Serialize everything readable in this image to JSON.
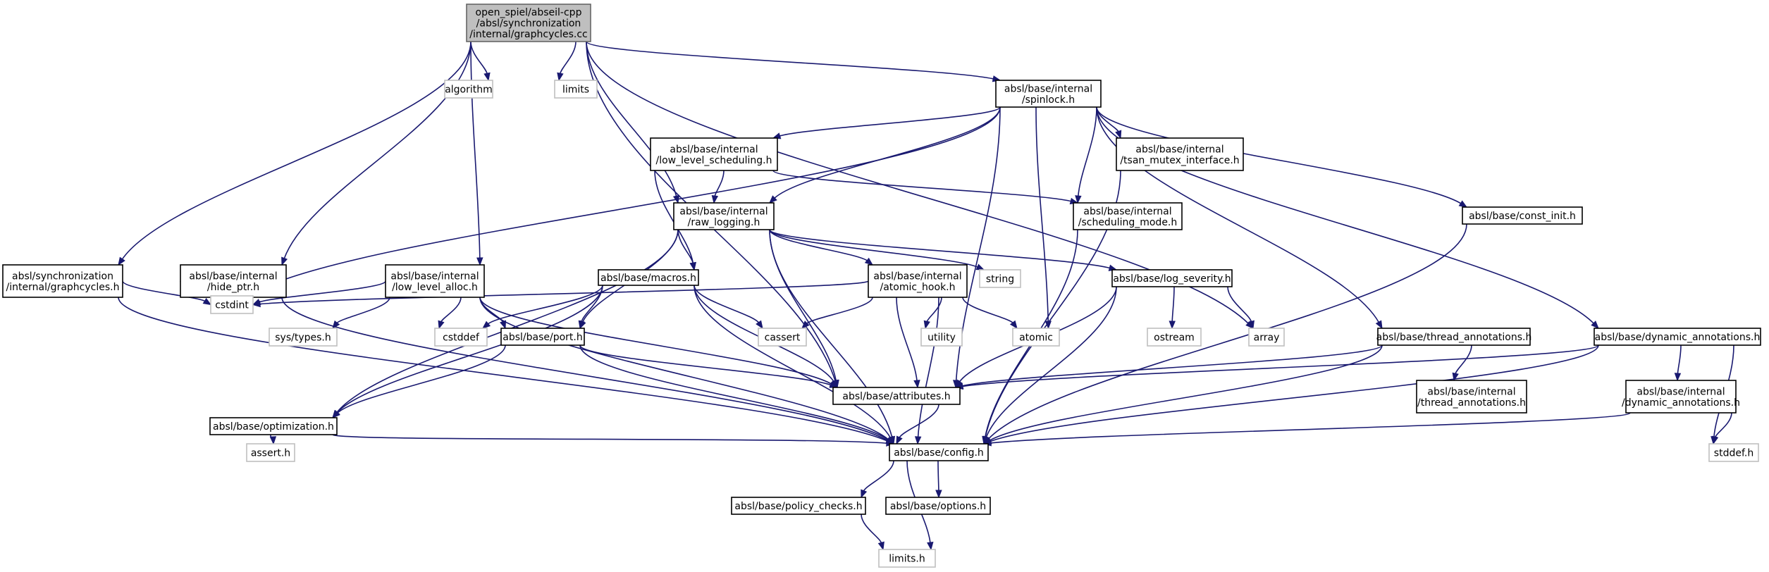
{
  "graph": {
    "nodes": [
      {
        "id": "root",
        "kind": "root",
        "label": [
          "open_spiel/abseil-cpp",
          "/absl/synchronization",
          "/internal/graphcycles.cc"
        ]
      },
      {
        "id": "algorithm",
        "kind": "sys",
        "label": [
          "algorithm"
        ]
      },
      {
        "id": "limits",
        "kind": "sys",
        "label": [
          "limits"
        ]
      },
      {
        "id": "spinlock",
        "kind": "local",
        "label": [
          "absl/base/internal",
          "/spinlock.h"
        ]
      },
      {
        "id": "low_level_scheduling",
        "kind": "local",
        "label": [
          "absl/base/internal",
          "/low_level_scheduling.h"
        ]
      },
      {
        "id": "tsan_mutex_interface",
        "kind": "local",
        "label": [
          "absl/base/internal",
          "/tsan_mutex_interface.h"
        ]
      },
      {
        "id": "raw_logging",
        "kind": "local",
        "label": [
          "absl/base/internal",
          "/raw_logging.h"
        ]
      },
      {
        "id": "scheduling_mode",
        "kind": "local",
        "label": [
          "absl/base/internal",
          "/scheduling_mode.h"
        ]
      },
      {
        "id": "const_init",
        "kind": "local",
        "label": [
          "absl/base/const_init.h"
        ]
      },
      {
        "id": "graphcycles_h",
        "kind": "local",
        "label": [
          "absl/synchronization",
          "/internal/graphcycles.h"
        ]
      },
      {
        "id": "hide_ptr",
        "kind": "local",
        "label": [
          "absl/base/internal",
          "/hide_ptr.h"
        ]
      },
      {
        "id": "low_level_alloc",
        "kind": "local",
        "label": [
          "absl/base/internal",
          "/low_level_alloc.h"
        ]
      },
      {
        "id": "macros",
        "kind": "local",
        "label": [
          "absl/base/macros.h"
        ]
      },
      {
        "id": "atomic_hook",
        "kind": "local",
        "label": [
          "absl/base/internal",
          "/atomic_hook.h"
        ]
      },
      {
        "id": "string",
        "kind": "sys",
        "label": [
          "string"
        ]
      },
      {
        "id": "log_severity",
        "kind": "local",
        "label": [
          "absl/base/log_severity.h"
        ]
      },
      {
        "id": "cstdint",
        "kind": "sys",
        "label": [
          "cstdint"
        ]
      },
      {
        "id": "sys_types",
        "kind": "sys",
        "label": [
          "sys/types.h"
        ]
      },
      {
        "id": "cstddef",
        "kind": "sys",
        "label": [
          "cstddef"
        ]
      },
      {
        "id": "port",
        "kind": "local",
        "label": [
          "absl/base/port.h"
        ]
      },
      {
        "id": "cassert",
        "kind": "sys",
        "label": [
          "cassert"
        ]
      },
      {
        "id": "utility",
        "kind": "sys",
        "label": [
          "utility"
        ]
      },
      {
        "id": "atomic",
        "kind": "sys",
        "label": [
          "atomic"
        ]
      },
      {
        "id": "ostream",
        "kind": "sys",
        "label": [
          "ostream"
        ]
      },
      {
        "id": "array",
        "kind": "sys",
        "label": [
          "array"
        ]
      },
      {
        "id": "thread_annotations",
        "kind": "local",
        "label": [
          "absl/base/thread_annotations.h"
        ]
      },
      {
        "id": "dynamic_annotations",
        "kind": "local",
        "label": [
          "absl/base/dynamic_annotations.h"
        ]
      },
      {
        "id": "optimization",
        "kind": "local",
        "label": [
          "absl/base/optimization.h"
        ]
      },
      {
        "id": "attributes",
        "kind": "local",
        "label": [
          "absl/base/attributes.h"
        ]
      },
      {
        "id": "internal_thread_annotations",
        "kind": "local",
        "label": [
          "absl/base/internal",
          "/thread_annotations.h"
        ]
      },
      {
        "id": "internal_dynamic_annotations",
        "kind": "local",
        "label": [
          "absl/base/internal",
          "/dynamic_annotations.h"
        ]
      },
      {
        "id": "assert_h",
        "kind": "sys",
        "label": [
          "assert.h"
        ]
      },
      {
        "id": "config",
        "kind": "local",
        "label": [
          "absl/base/config.h"
        ]
      },
      {
        "id": "stddef_h",
        "kind": "sys",
        "label": [
          "stddef.h"
        ]
      },
      {
        "id": "policy_checks",
        "kind": "local",
        "label": [
          "absl/base/policy_checks.h"
        ]
      },
      {
        "id": "options",
        "kind": "local",
        "label": [
          "absl/base/options.h"
        ]
      },
      {
        "id": "limits_h",
        "kind": "sys",
        "label": [
          "limits.h"
        ]
      }
    ],
    "edges": [
      [
        "root",
        "algorithm"
      ],
      [
        "root",
        "limits"
      ],
      [
        "root",
        "spinlock"
      ],
      [
        "root",
        "array"
      ],
      [
        "root",
        "graphcycles_h"
      ],
      [
        "root",
        "hide_ptr"
      ],
      [
        "root",
        "low_level_alloc"
      ],
      [
        "root",
        "raw_logging"
      ],
      [
        "root",
        "attributes"
      ],
      [
        "spinlock",
        "low_level_scheduling"
      ],
      [
        "spinlock",
        "tsan_mutex_interface"
      ],
      [
        "spinlock",
        "const_init"
      ],
      [
        "spinlock",
        "raw_logging"
      ],
      [
        "spinlock",
        "scheduling_mode"
      ],
      [
        "spinlock",
        "cstdint"
      ],
      [
        "spinlock",
        "atomic"
      ],
      [
        "spinlock",
        "attributes"
      ],
      [
        "spinlock",
        "thread_annotations"
      ],
      [
        "spinlock",
        "dynamic_annotations"
      ],
      [
        "low_level_scheduling",
        "raw_logging"
      ],
      [
        "low_level_scheduling",
        "scheduling_mode"
      ],
      [
        "low_level_scheduling",
        "macros"
      ],
      [
        "tsan_mutex_interface",
        "config"
      ],
      [
        "scheduling_mode",
        "config"
      ],
      [
        "const_init",
        "config"
      ],
      [
        "raw_logging",
        "macros"
      ],
      [
        "raw_logging",
        "atomic_hook"
      ],
      [
        "raw_logging",
        "string"
      ],
      [
        "raw_logging",
        "log_severity"
      ],
      [
        "raw_logging",
        "port"
      ],
      [
        "raw_logging",
        "optimization"
      ],
      [
        "raw_logging",
        "attributes"
      ],
      [
        "raw_logging",
        "config"
      ],
      [
        "graphcycles_h",
        "cstdint"
      ],
      [
        "graphcycles_h",
        "config"
      ],
      [
        "hide_ptr",
        "cstdint"
      ],
      [
        "hide_ptr",
        "config"
      ],
      [
        "low_level_alloc",
        "cstdint"
      ],
      [
        "low_level_alloc",
        "sys_types"
      ],
      [
        "low_level_alloc",
        "cstddef"
      ],
      [
        "low_level_alloc",
        "port"
      ],
      [
        "low_level_alloc",
        "attributes"
      ],
      [
        "low_level_alloc",
        "config"
      ],
      [
        "macros",
        "cstddef"
      ],
      [
        "macros",
        "cassert"
      ],
      [
        "macros",
        "port"
      ],
      [
        "macros",
        "optimization"
      ],
      [
        "macros",
        "attributes"
      ],
      [
        "macros",
        "config"
      ],
      [
        "atomic_hook",
        "cstdint"
      ],
      [
        "atomic_hook",
        "cassert"
      ],
      [
        "atomic_hook",
        "utility"
      ],
      [
        "atomic_hook",
        "atomic"
      ],
      [
        "atomic_hook",
        "attributes"
      ],
      [
        "atomic_hook",
        "config"
      ],
      [
        "log_severity",
        "ostream"
      ],
      [
        "log_severity",
        "array"
      ],
      [
        "log_severity",
        "attributes"
      ],
      [
        "log_severity",
        "config"
      ],
      [
        "port",
        "optimization"
      ],
      [
        "port",
        "attributes"
      ],
      [
        "port",
        "config"
      ],
      [
        "thread_annotations",
        "internal_thread_annotations"
      ],
      [
        "thread_annotations",
        "attributes"
      ],
      [
        "thread_annotations",
        "config"
      ],
      [
        "dynamic_annotations",
        "internal_dynamic_annotations"
      ],
      [
        "dynamic_annotations",
        "attributes"
      ],
      [
        "dynamic_annotations",
        "config"
      ],
      [
        "dynamic_annotations",
        "stddef_h"
      ],
      [
        "internal_dynamic_annotations",
        "config"
      ],
      [
        "internal_dynamic_annotations",
        "stddef_h"
      ],
      [
        "optimization",
        "assert_h"
      ],
      [
        "optimization",
        "config"
      ],
      [
        "attributes",
        "config"
      ],
      [
        "config",
        "policy_checks"
      ],
      [
        "config",
        "options"
      ],
      [
        "config",
        "limits_h"
      ],
      [
        "policy_checks",
        "limits_h"
      ]
    ]
  }
}
